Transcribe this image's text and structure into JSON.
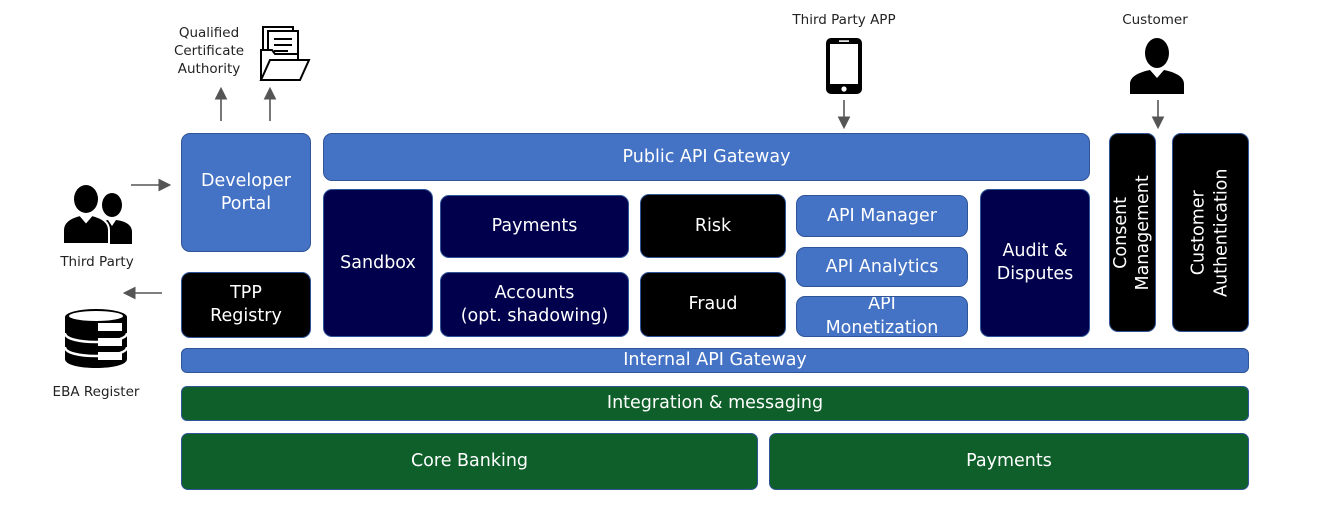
{
  "labels": {
    "qca": [
      "Qualified",
      "Certificate",
      "Authority"
    ],
    "third_party_app": "Third Party APP",
    "customer": "Customer",
    "third_party": "Third Party",
    "eba_register": "EBA Register"
  },
  "boxes": {
    "developer_portal": [
      "Developer",
      "Portal"
    ],
    "tpp_registry": [
      "TPP",
      "Registry"
    ],
    "public_api_gateway": "Public API Gateway",
    "sandbox": "Sandbox",
    "payments": "Payments",
    "accounts": [
      "Accounts",
      "(opt. shadowing)"
    ],
    "risk": "Risk",
    "fraud": "Fraud",
    "api_manager": "API Manager",
    "api_analytics": "API Analytics",
    "api_monetization": [
      "API",
      "Monetization"
    ],
    "audit_disputes": [
      "Audit &",
      "Disputes"
    ],
    "consent_management": [
      "Consent",
      "Management"
    ],
    "customer_authentication": [
      "Customer",
      "Authentication"
    ],
    "internal_api_gateway": "Internal API Gateway",
    "integration_messaging": "Integration & messaging",
    "core_banking": "Core Banking",
    "payments_core": "Payments"
  },
  "icons": {
    "documents": "document-folder-icon",
    "phone": "smartphone-icon",
    "customer": "person-icon",
    "third_party": "people-group-icon",
    "register": "database-icon"
  },
  "colors": {
    "blue": "#4472c4",
    "navy": "#00004d",
    "black": "#000000",
    "green": "#0f5f2a"
  }
}
